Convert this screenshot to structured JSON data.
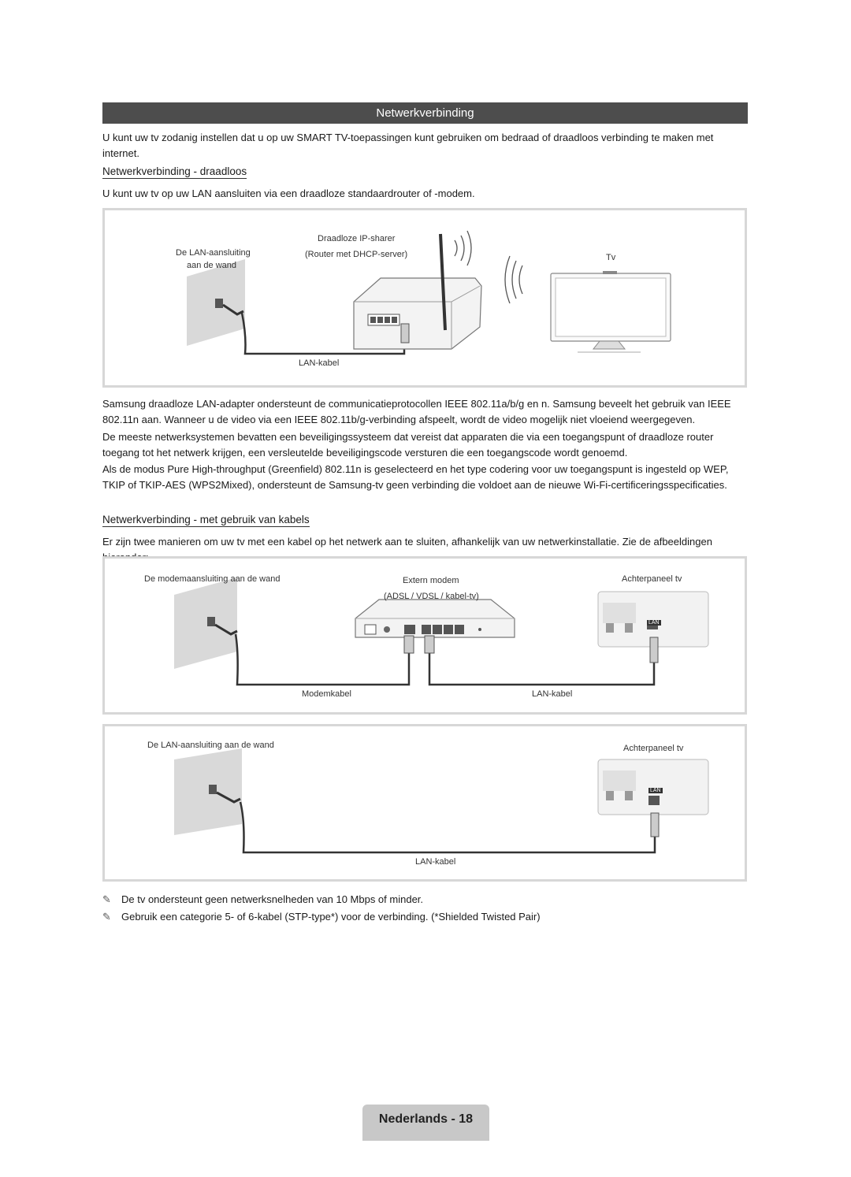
{
  "section": {
    "title": "Netwerkverbinding"
  },
  "intro": "U kunt uw tv zodanig instellen dat u op uw SMART TV-toepassingen kunt gebruiken om bedraad of draadloos verbinding te maken met internet.",
  "wireless": {
    "heading": "Netwerkverbinding - draadloos",
    "text": "U kunt uw tv op uw LAN aansluiten via een draadloze standaardrouter of -modem.",
    "diagram": {
      "wall_label_1": "De LAN-aansluiting",
      "wall_label_2": "aan de wand",
      "router_label_1": "Draadloze IP-sharer",
      "router_label_2": "(Router met DHCP-server)",
      "tv_label": "Tv",
      "cable_label": "LAN-kabel"
    },
    "paragraphs": [
      "Samsung draadloze LAN-adapter ondersteunt de communicatieprotocollen IEEE 802.11a/b/g en n. Samsung beveelt het gebruik van IEEE 802.11n aan. Wanneer u de video via een IEEE 802.11b/g-verbinding afspeelt, wordt de video mogelijk niet vloeiend weergegeven.",
      "De meeste netwerksystemen bevatten een beveiligingssysteem dat vereist dat apparaten die via een toegangspunt of draadloze router toegang tot het netwerk krijgen, een versleutelde beveiligingscode versturen die een toegangscode wordt genoemd.",
      "Als de modus Pure High-throughput (Greenfield) 802.11n is geselecteerd en het type codering voor uw toegangspunt is ingesteld op WEP, TKIP of TKIP-AES (WPS2Mixed), ondersteunt de Samsung-tv geen verbinding die voldoet aan de nieuwe Wi-Fi-certificeringsspecificaties."
    ]
  },
  "wired": {
    "heading": "Netwerkverbinding - met gebruik van kabels",
    "text": "Er zijn twee manieren om uw tv met een kabel op het netwerk aan te sluiten, afhankelijk van uw netwerkinstallatie. Zie de afbeeldingen hieronder:",
    "diagram1": {
      "wall_label": "De modemaansluiting aan de wand",
      "modem_label_1": "Extern modem",
      "modem_label_2": "(ADSL / VDSL / kabel-tv)",
      "tv_label": "Achterpaneel tv",
      "cable1_label": "Modemkabel",
      "cable2_label": "LAN-kabel",
      "lan_port": "LAN"
    },
    "diagram2": {
      "wall_label": "De LAN-aansluiting aan de wand",
      "tv_label": "Achterpaneel tv",
      "cable_label": "LAN-kabel",
      "lan_port": "LAN"
    }
  },
  "notes": [
    "De tv ondersteunt geen netwerksnelheden van 10 Mbps of minder.",
    "Gebruik een categorie 5- of 6-kabel (STP-type*) voor de verbinding. (*Shielded Twisted Pair)"
  ],
  "footer": "Nederlands - 18"
}
